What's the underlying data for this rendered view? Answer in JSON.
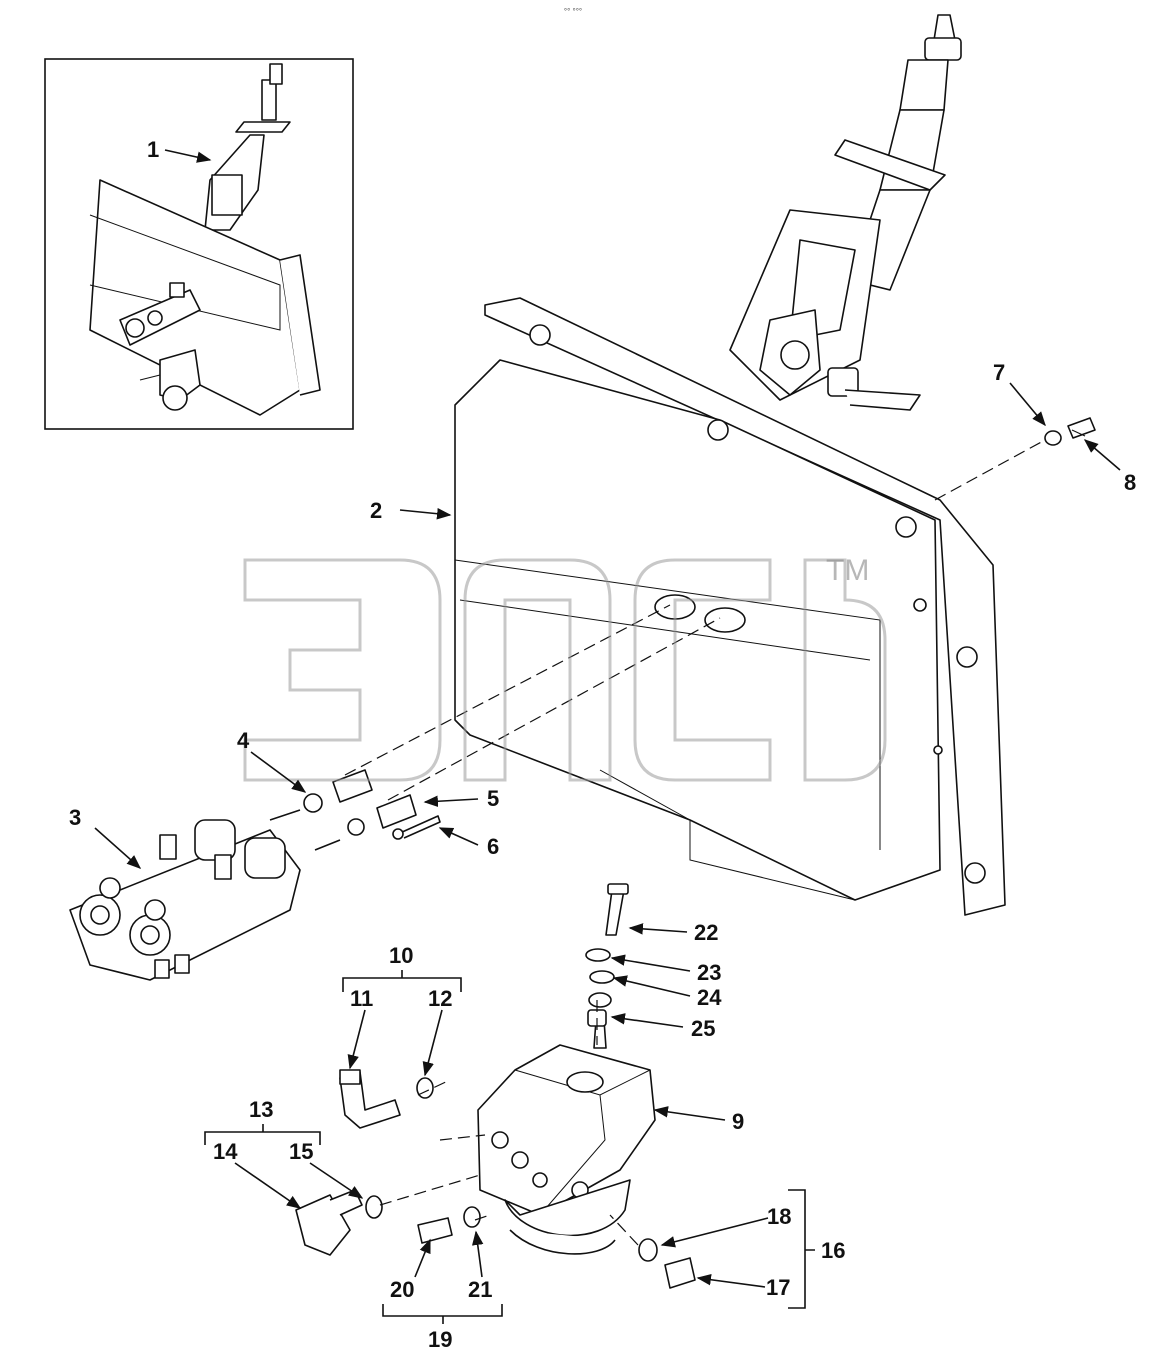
{
  "header_mark": "°° °°°",
  "callouts": [
    "1",
    "2",
    "3",
    "4",
    "5",
    "6",
    "7",
    "8",
    "9",
    "10",
    "11",
    "12",
    "13",
    "14",
    "15",
    "16",
    "17",
    "18",
    "19",
    "20",
    "21",
    "22",
    "23",
    "24",
    "25"
  ],
  "watermark": {
    "trademark": "TM"
  }
}
